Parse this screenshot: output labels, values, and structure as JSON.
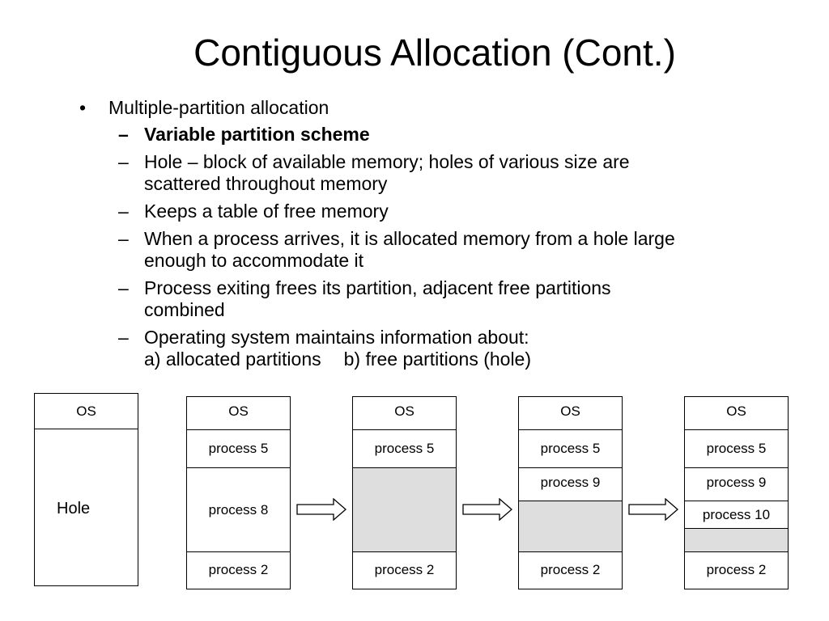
{
  "slide": {
    "title": "Contiguous Allocation (Cont.)"
  },
  "bullets": {
    "main": {
      "marker": "•",
      "text": "Multiple-partition allocation"
    },
    "sub": [
      {
        "marker": "–",
        "lines": [
          "Variable partition scheme"
        ]
      },
      {
        "marker": "–",
        "lines": [
          "Hole – block of available memory; holes of various size are",
          "scattered throughout memory"
        ]
      },
      {
        "marker": "–",
        "lines": [
          "Keeps a table of free memory"
        ]
      },
      {
        "marker": "–",
        "lines": [
          "When a process arrives, it is allocated memory from a hole large",
          "enough to accommodate it"
        ]
      },
      {
        "marker": "–",
        "lines": [
          "Process exiting frees its partition, adjacent free partitions",
          "combined"
        ]
      },
      {
        "marker": "–",
        "lines": [
          "Operating system maintains information about:"
        ],
        "split_line": [
          "a) allocated partitions",
          "b) free partitions (hole)"
        ]
      }
    ]
  },
  "diagram": {
    "colors": {
      "free_fill": "#dedede",
      "line": "#000000"
    },
    "memories": [
      {
        "segments": [
          {
            "label": "OS"
          },
          {
            "label": "Hole"
          }
        ]
      },
      {
        "segments": [
          {
            "label": "OS"
          },
          {
            "label": "process 5"
          },
          {
            "label": "process 8"
          },
          {
            "label": "process 2"
          }
        ]
      },
      {
        "segments": [
          {
            "label": "OS"
          },
          {
            "label": "process 5"
          },
          {
            "label": ""
          },
          {
            "label": "process 2"
          }
        ]
      },
      {
        "segments": [
          {
            "label": "OS"
          },
          {
            "label": "process 5"
          },
          {
            "label": "process 9"
          },
          {
            "label": ""
          },
          {
            "label": "process 2"
          }
        ]
      },
      {
        "segments": [
          {
            "label": "OS"
          },
          {
            "label": "process 5"
          },
          {
            "label": "process 9"
          },
          {
            "label": "process 10"
          },
          {
            "label": ""
          },
          {
            "label": "process 2"
          }
        ]
      }
    ],
    "arrow_icon": "right-arrow-icon"
  }
}
